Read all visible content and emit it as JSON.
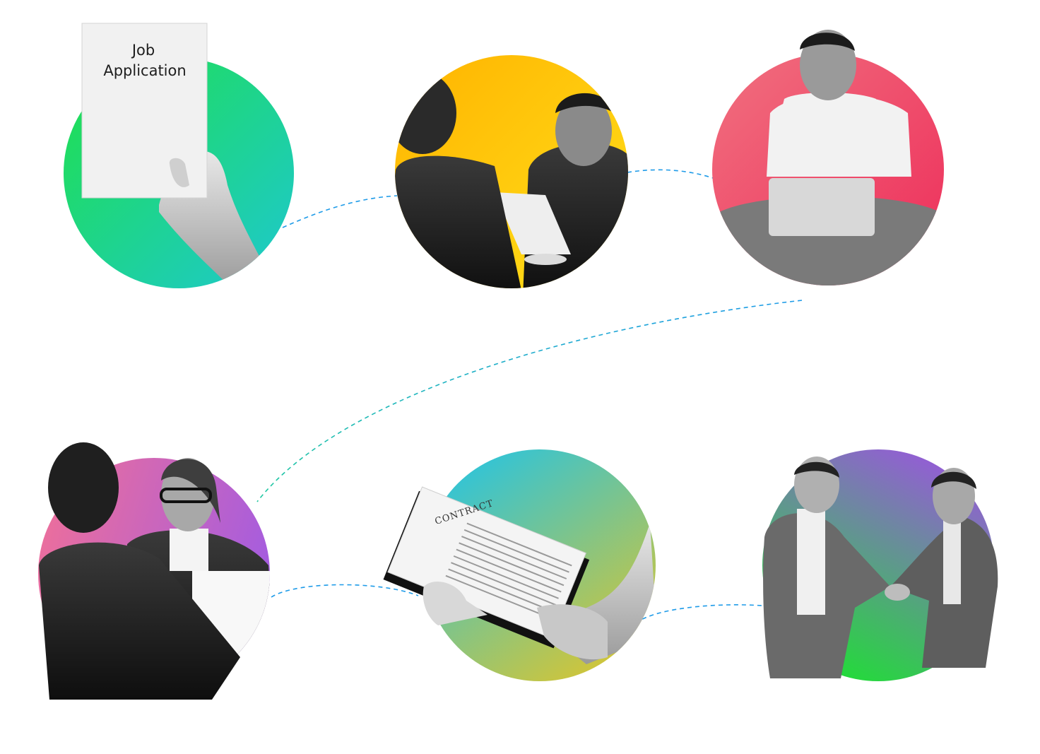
{
  "steps": [
    {
      "id": "application",
      "label_lines": [
        "Job",
        "Application"
      ],
      "gradient": [
        "#1fe04a",
        "#1ec8d0"
      ]
    },
    {
      "id": "review",
      "gradient": [
        "#ffb300",
        "#ffe01a"
      ]
    },
    {
      "id": "consideration",
      "gradient": [
        "#f0707f",
        "#ee2d5a"
      ]
    },
    {
      "id": "interview",
      "gradient": [
        "#ee6f9a",
        "#a45ce0"
      ]
    },
    {
      "id": "contract",
      "label": "CONTRACT",
      "gradient": [
        "#22c4e6",
        "#d9c531"
      ]
    },
    {
      "id": "hired",
      "gradient": [
        "#9a56de",
        "#20de36"
      ]
    }
  ],
  "colors": {
    "connector_start": "#20c8a0",
    "connector_end": "#1e9be8"
  }
}
